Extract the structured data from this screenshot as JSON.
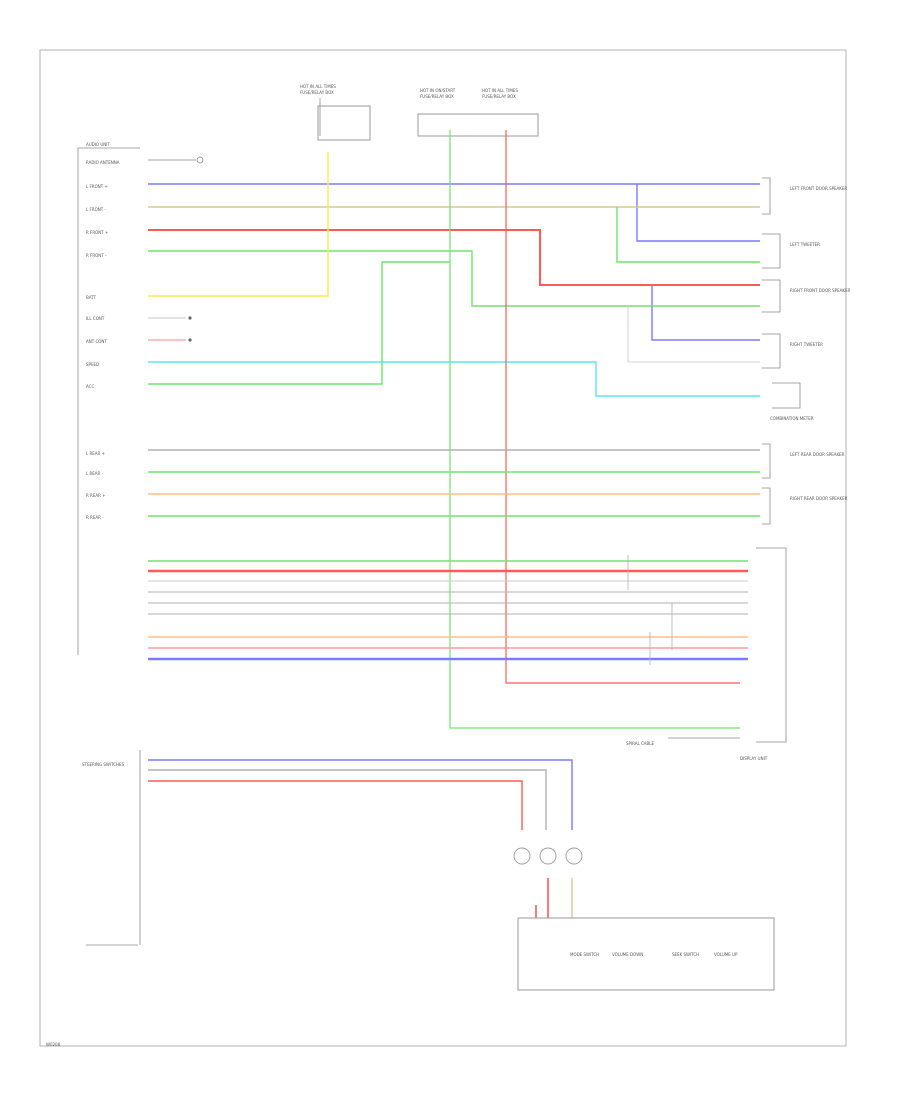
{
  "diagram": {
    "corner_code": "W0208",
    "power_top": [
      {
        "id": "p1",
        "title": "HOT IN ALL TIMES",
        "note": "FUSE/RELAY BOX"
      },
      {
        "id": "p2",
        "title": "HOT IN ON/START",
        "note": "FUSE/RELAY BOX"
      },
      {
        "id": "p3",
        "title": "HOT IN ALL TIMES",
        "note": "FUSE/RELAY BOX"
      }
    ],
    "audio_left_labels": [
      "AUDIO UNIT",
      "RADIO ANTENNA",
      "L FRONT +",
      "L FRONT -",
      "R FRONT +",
      "R FRONT -",
      "",
      "BATT",
      "ILL CONT",
      "ANT CONT",
      "SPEED",
      "ACC",
      "",
      "L REAR +",
      "L REAR -",
      "R REAR +",
      "R REAR -"
    ],
    "right_components": [
      "LEFT FRONT DOOR SPEAKER",
      "LEFT TWEETER",
      "RIGHT FRONT DOOR SPEAKER",
      "RIGHT TWEETER",
      "COMBINATION METER",
      "LEFT REAR DOOR SPEAKER",
      "RIGHT REAR DOOR SPEAKER"
    ],
    "bottom_labels": {
      "steering_switch": "STEERING SWITCHES",
      "spiral_cable": "SPIRAL CABLE",
      "display_unit": "DISPLAY UNIT",
      "audio_switches": [
        "MODE SWITCH",
        "VOLUME DOWN",
        "SEEK SWITCH",
        "VOLUME UP"
      ]
    },
    "colors": {
      "blue": "#7b7bff",
      "tan": "#d8c98f",
      "red": "#ff5a5a",
      "green": "#6fe36f",
      "yellow": "#f2ee4a",
      "cyan": "#59e6ee",
      "orange": "#ffbf8c",
      "gray": "#b0b0b0",
      "frame": "#bdbdbd"
    }
  }
}
